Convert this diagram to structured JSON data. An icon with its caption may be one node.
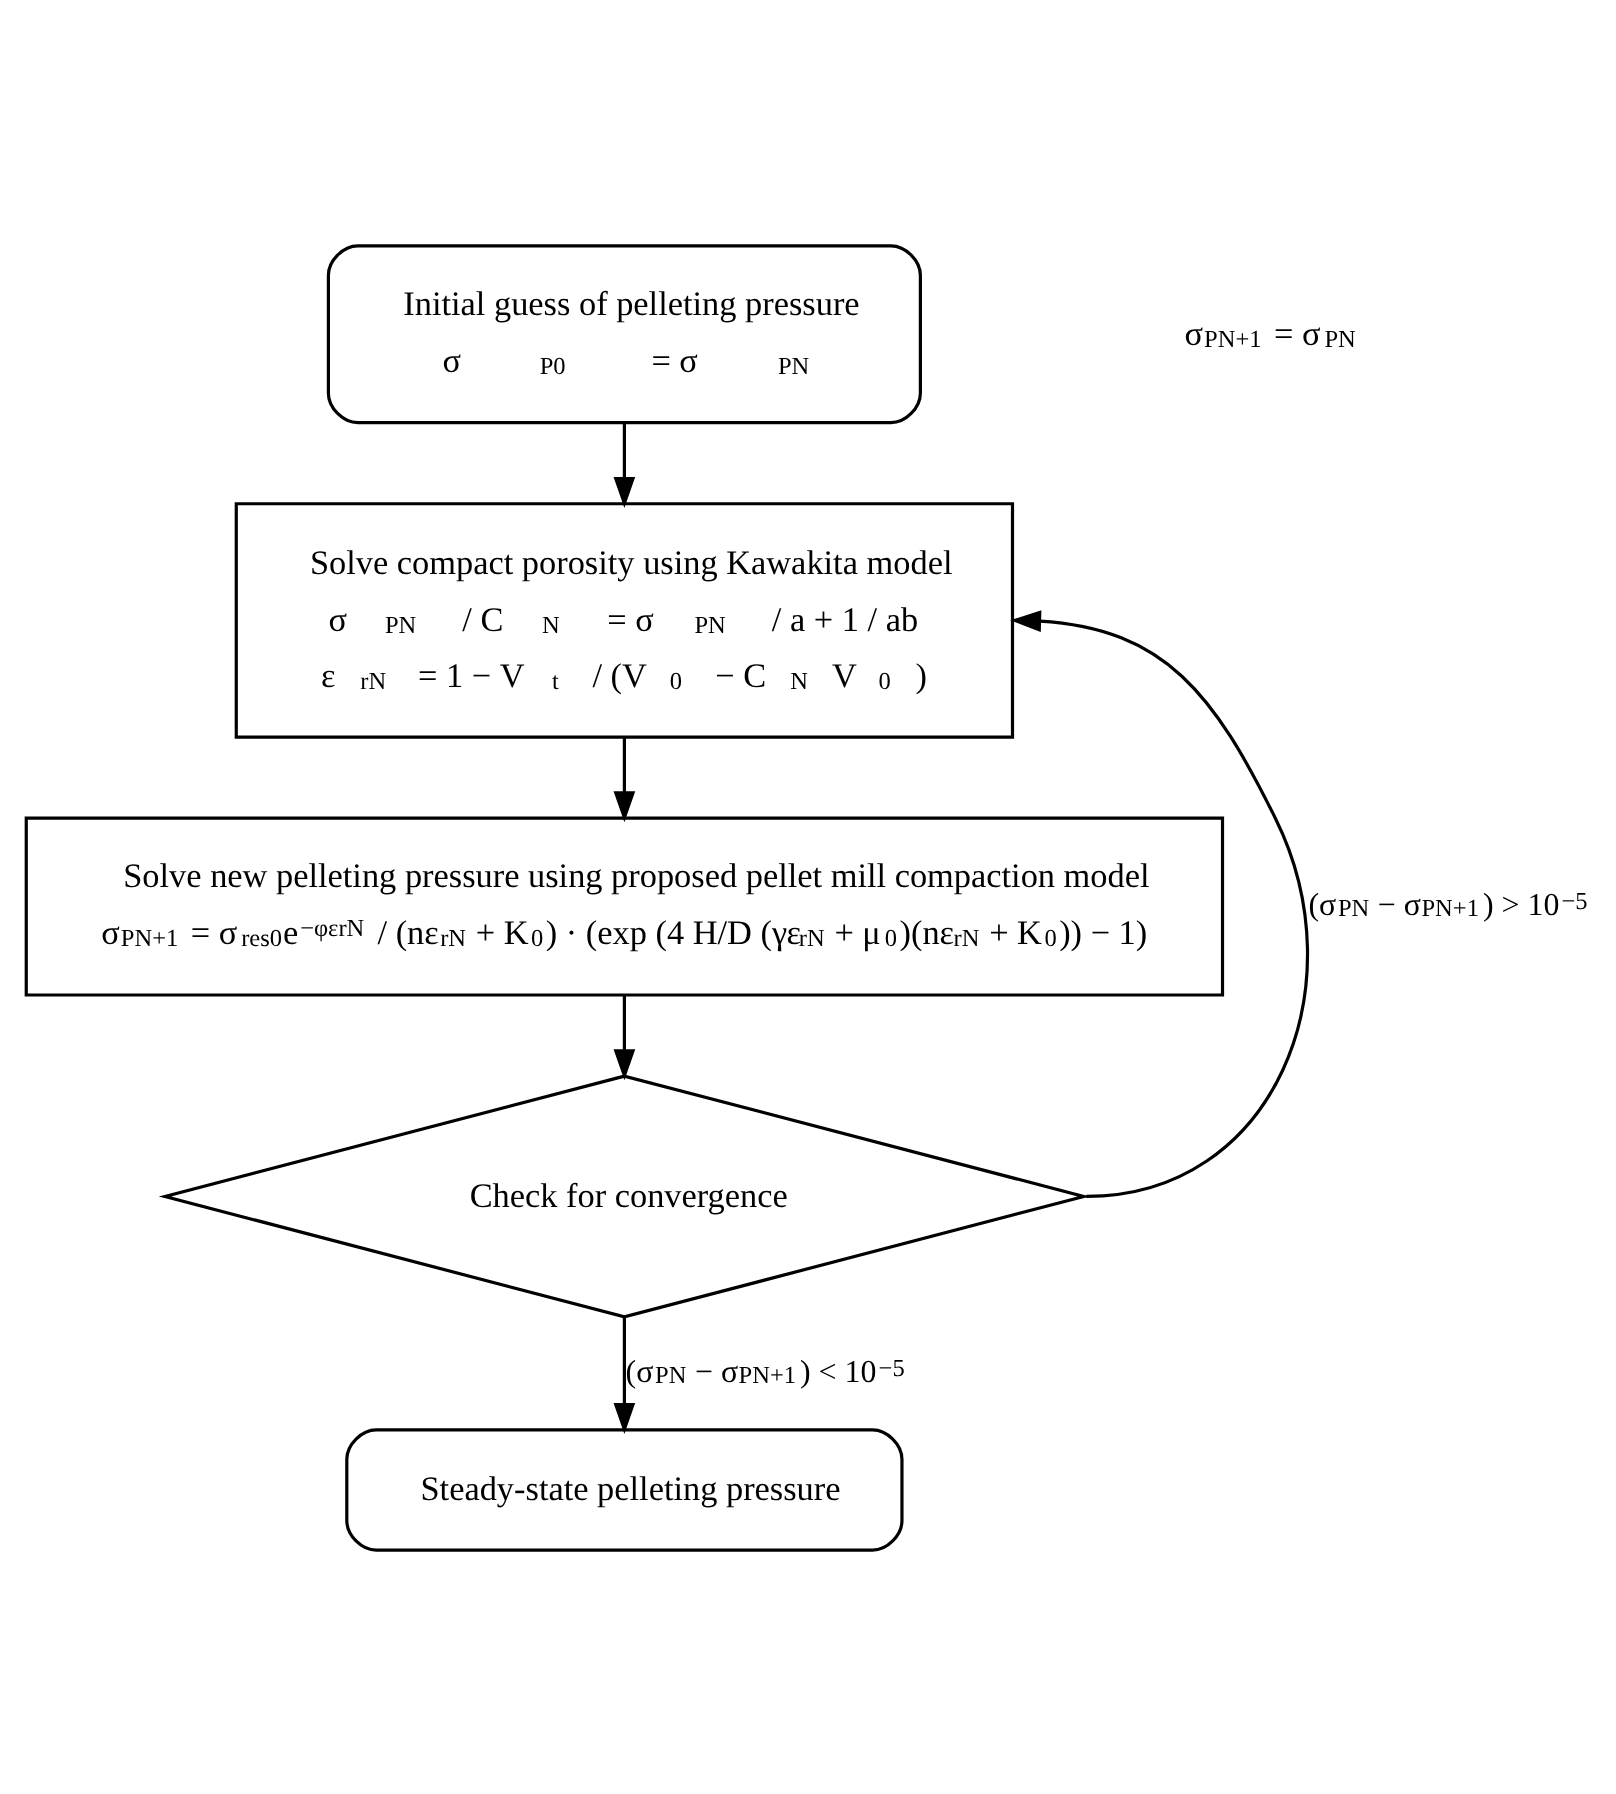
{
  "diagram": {
    "nodes": [
      {
        "text": [
          "Initial guess of pelleting pressure",
          "σ$_{P0}$ = σ$_{PN}$"
        ]
      },
      {
        "text": [
          "Solve compact porosity using Kawakita model",
          "σ$_{PN}$ / C$_{N}$ = σ$_{PN}$ / a + 1 / ab",
          "ε$_{rN}$ = 1 − V$_{t}$ / (V$_{0}$ − C$_{N}$V$_{0}$)"
        ]
      },
      {
        "text": [
          "Solve new pelleting pressure using proposed pellet mill compaction model",
          "σ$_{PN+1}$ = σ$_{res0}$e$^{−φεrN}$ / (nε$_{rN}$ + K$_{0}$) · (exp (4 H/D (γε$_{rN}$ + μ$_{0}$)(nε$_{rN}$ + K$_{0}$)) − 1)"
        ]
      },
      {
        "text": [
          "Check for convergence"
        ]
      },
      {
        "text": [
          "Steady-state pelleting pressure"
        ]
      }
    ],
    "edges": [
      {
        "from": 0,
        "to": 1,
        "arrow": "to"
      },
      {
        "from": 1,
        "to": 2,
        "arrow": "to"
      },
      {
        "from": 2,
        "to": 3,
        "arrow": "to"
      },
      {
        "from": 3,
        "to": 4,
        "arrow": "to",
        "label": "(σ$_{PN}$ − σ$_{PN+1}$) < 10$^{−5}$"
      },
      {
        "from": 3,
        "to": 1,
        "arrow": "to",
        "label": "(σ$_{PN}$ − σ$_{PN+1}$) > 10$^{−5}$"
      }
    ],
    "labels": [
      "σ$_{PN+1}$ = σ$_{PN}$"
    ]
  }
}
